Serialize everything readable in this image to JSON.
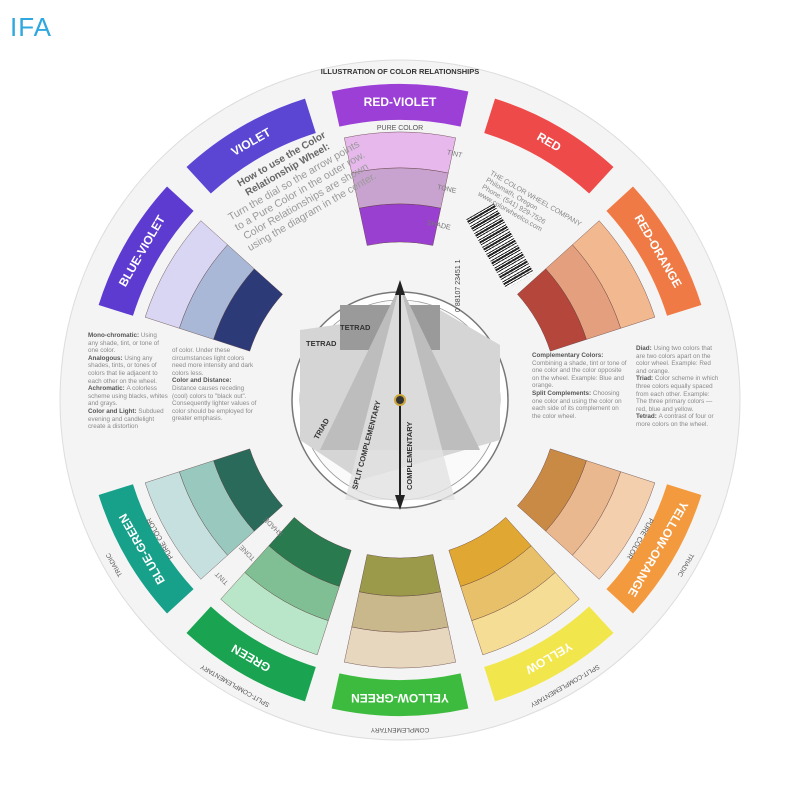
{
  "logo": "IFA",
  "header": "ILLUSTRATION OF COLOR RELATIONSHIPS",
  "pure_color": "PURE COLOR",
  "scale_words": {
    "tint": "TINT",
    "tone": "TONE",
    "shade": "SHADE"
  },
  "segments": [
    {
      "label": "RED-VIOLET",
      "color": "#9b3fd6",
      "bands": [
        "#e6b8ec",
        "#c9a3cf",
        "#9940d0"
      ]
    },
    {
      "label": "RED",
      "color": "#ef4a4a",
      "bands": null
    },
    {
      "label": "RED-ORANGE",
      "color": "#f07a45",
      "bands": [
        "#f2b890",
        "#e4a07e",
        "#b5463b"
      ]
    },
    {
      "label": "",
      "color": null,
      "bands": null
    },
    {
      "label": "YELLOW-ORANGE",
      "color": "#f39a3e",
      "bands": [
        "#f3cfae",
        "#e9b88f",
        "#c98a45"
      ]
    },
    {
      "label": "YELLOW",
      "color": "#f1e64c",
      "bands": [
        "#f5dd96",
        "#e9c06a",
        "#e0a832"
      ]
    },
    {
      "label": "YELLOW-GREEN",
      "color": "#3dbb3e",
      "bands": [
        "#e8d7bf",
        "#c9b88c",
        "#9a9a4a"
      ]
    },
    {
      "label": "GREEN",
      "color": "#1aa350",
      "bands": [
        "#b9e6c8",
        "#80bf94",
        "#2a7a50"
      ]
    },
    {
      "label": "BLUE-GREEN",
      "color": "#17a08a",
      "bands": [
        "#c6e0e0",
        "#99c8bf",
        "#2a6a5a"
      ]
    },
    {
      "label": "",
      "color": null,
      "bands": null
    },
    {
      "label": "BLUE-VIOLET",
      "color": "#5d3bd0",
      "bands": [
        "#d8d6f2",
        "#a8b8d6",
        "#2d3a78"
      ]
    },
    {
      "label": "VIOLET",
      "color": "#5a46d2",
      "bands": null
    }
  ],
  "relation_labels": {
    "triadic": "TRIADIC",
    "split": "SPLIT-COMPLEMENTARY",
    "complementary": "COMPLEMENTARY"
  },
  "howto": {
    "title": "How to use the Color Relationship Wheel:",
    "body": "Turn the dial so the arrow points to a Pure Color in the outer row. Color Relationships are shown using the diagram in the center."
  },
  "company": {
    "name": "THE COLOR WHEEL COMPANY",
    "city": "Philomath, Oregon",
    "phone": "Phone: (541) 929-7526",
    "web": "www.colorwheelco.com",
    "barcode": "0 88107 23451 1"
  },
  "left_text": [
    {
      "term": "Mono-chromatic:",
      "text": "Using any shade, tint, or tone of one color."
    },
    {
      "term": "Analogous:",
      "text": "Using any shades, tints, or tones of colors that lie adjacent to each other on the wheel."
    },
    {
      "term": "Achromatic:",
      "text": "A colorless scheme using blacks, whites and grays."
    },
    {
      "term": "Color and Light:",
      "text": "Subdued evening and candlelight create a distortion"
    }
  ],
  "left_text2": [
    {
      "term": "",
      "text": "of color. Under these circumstances light colors need more intensity and dark colors less."
    },
    {
      "term": "Color and Distance:",
      "text": "Distance causes receding (cool) colors to \"black out\". Consequently lighter values of color should be employed for greater emphasis."
    }
  ],
  "right_text": [
    {
      "term": "Complementary Colors:",
      "text": "Combining a shade, tint or tone of one color and the color opposite on the wheel. Example: Blue and orange."
    },
    {
      "term": "Split Complements:",
      "text": "Choosing one color and using the color on each side of its complement on the color wheel."
    }
  ],
  "right_text2": [
    {
      "term": "Diad:",
      "text": "Using two colors that are two colors apart on the color wheel. Example: Red and orange."
    },
    {
      "term": "Triad:",
      "text": "Color scheme in which three colors equally spaced from each other. Example: The three primary colors — red, blue and yellow."
    },
    {
      "term": "Tetrad:",
      "text": "A contrast of four or more colors on the wheel."
    }
  ],
  "center": {
    "tetrad1": "TETRAD",
    "tetrad2": "TETRAD",
    "triad": "TRIAD",
    "split": "SPLIT COMPLEMENTARY",
    "complementary": "COMPLEMENTARY"
  }
}
